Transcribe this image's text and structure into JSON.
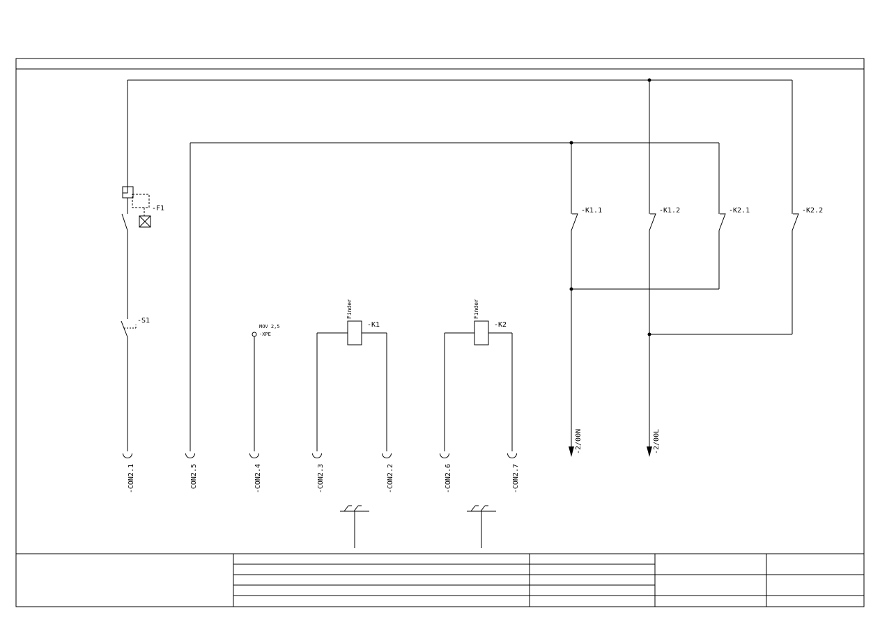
{
  "drawing": {
    "components": {
      "f1": {
        "label": "-F1"
      },
      "s1": {
        "label": "-S1"
      },
      "xpe": {
        "label": "-XPE",
        "wire_note": "MOV 2,5"
      },
      "k1": {
        "label": "-K1",
        "brand": "Finder"
      },
      "k2": {
        "label": "-K2",
        "brand": "Finder"
      },
      "k1_1": {
        "label": "-K1.1"
      },
      "k1_2": {
        "label": "-K1.2"
      },
      "k2_1": {
        "label": "-K2.1"
      },
      "k2_2": {
        "label": "-K2.2"
      }
    },
    "terminals": [
      {
        "label": "-CON2.1"
      },
      {
        "label": "CON2.5"
      },
      {
        "label": "-CON2.4"
      },
      {
        "label": "-CON2.3"
      },
      {
        "label": "-CON2.2"
      },
      {
        "label": "-CON2.6"
      },
      {
        "label": "-CON2.7"
      }
    ],
    "references": {
      "n": {
        "label": "-2/00N"
      },
      "l": {
        "label": "-2/00L"
      }
    },
    "colors": {
      "line": "#000000",
      "background": "#ffffff"
    }
  }
}
